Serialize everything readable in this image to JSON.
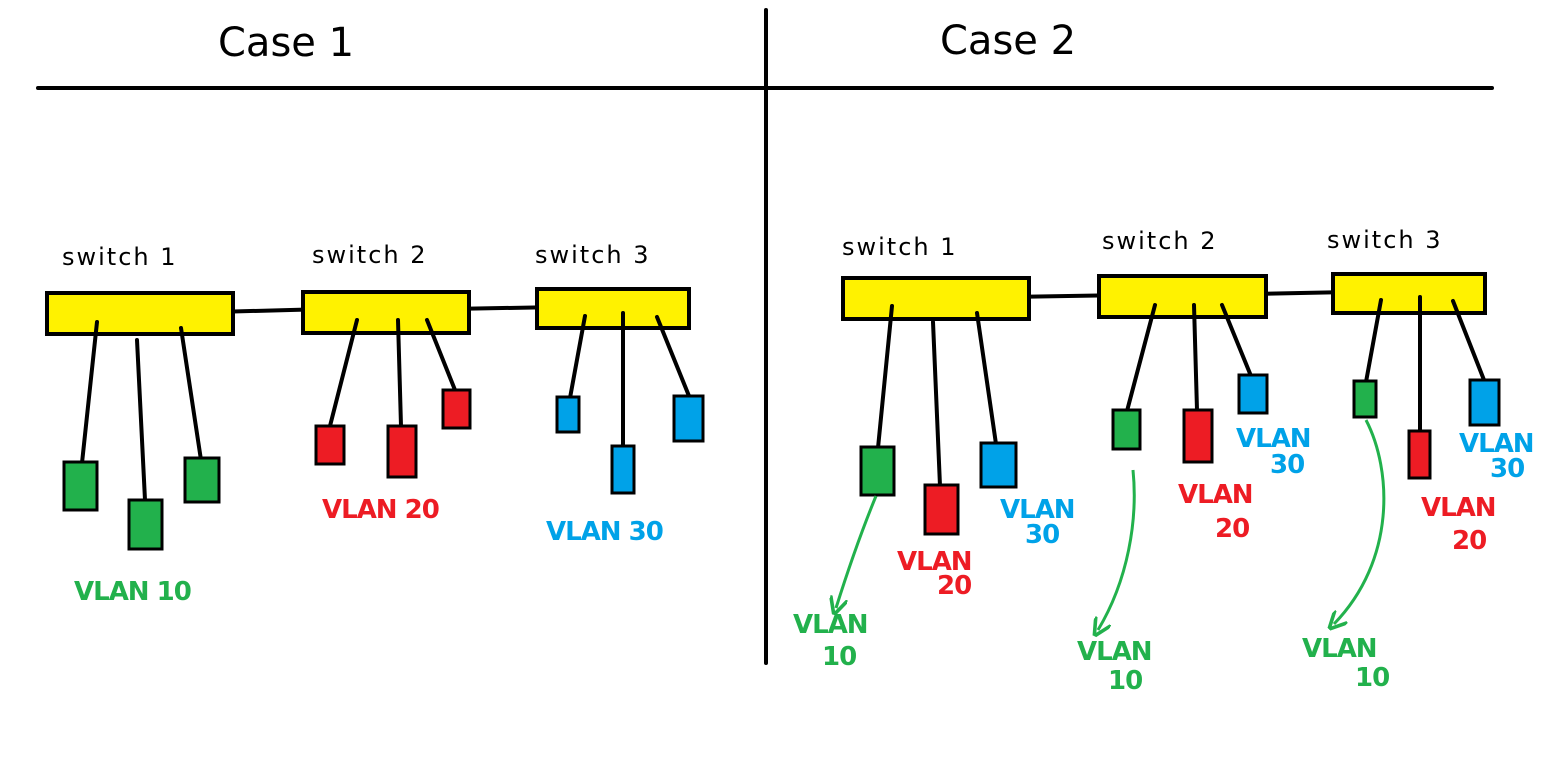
{
  "colors": {
    "switch_fill": "#fff200",
    "vlan10": "#22b14c",
    "vlan20": "#ed1c24",
    "vlan30": "#00a2e8",
    "line": "#000000"
  },
  "case1": {
    "title": "Case 1",
    "switches": [
      {
        "label": "switch 1"
      },
      {
        "label": "switch 2"
      },
      {
        "label": "switch 3"
      }
    ],
    "vlan_labels": {
      "vlan10": "VLAN 10",
      "vlan20": "VLAN 20",
      "vlan30": "VLAN 30"
    }
  },
  "case2": {
    "title": "Case 2",
    "switches": [
      {
        "label": "switch 1"
      },
      {
        "label": "switch 2"
      },
      {
        "label": "switch 3"
      }
    ],
    "vlan_labels": {
      "vlan10": [
        "VLAN",
        "10"
      ],
      "vlan20": [
        "VLAN",
        "20"
      ],
      "vlan30": [
        "VLAN",
        "30"
      ]
    }
  }
}
